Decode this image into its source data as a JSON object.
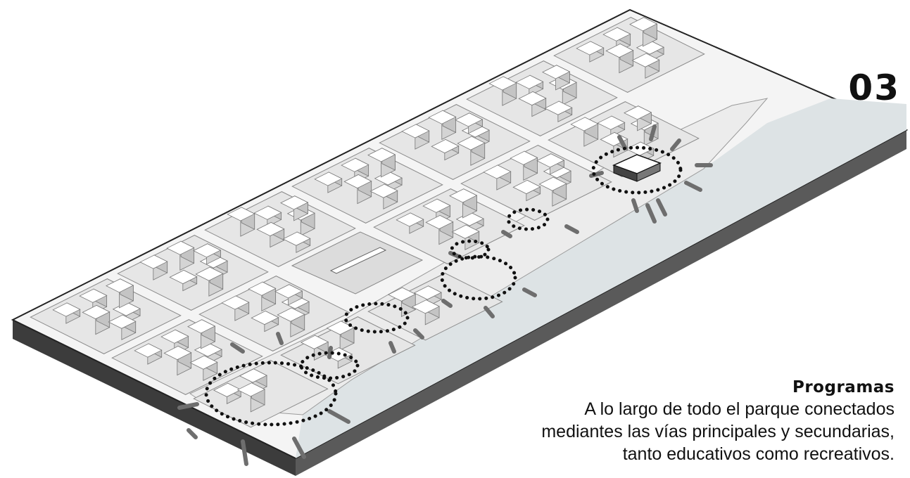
{
  "panel": {
    "number": "03",
    "title": "Programas",
    "description_lines": [
      "A lo largo de todo el parque conectados",
      "mediantes las vías principales y secundarias,",
      "tanto educativos como recreativos."
    ]
  },
  "colors": {
    "land": "#f4f4f4",
    "block": "#e6e6e6",
    "building_top": "#ffffff",
    "building_side": "#cfcfcf",
    "water": "#dde3e5",
    "slab_side": "#5a5a5a",
    "slab_front": "#3c3c3c",
    "park": "#eeeeee",
    "ray": "#6e6e6e",
    "dots": "#111111"
  },
  "program_nodes": [
    {
      "id": "node-1"
    },
    {
      "id": "node-2"
    },
    {
      "id": "node-3"
    },
    {
      "id": "node-4"
    },
    {
      "id": "node-5"
    },
    {
      "id": "node-6"
    }
  ]
}
